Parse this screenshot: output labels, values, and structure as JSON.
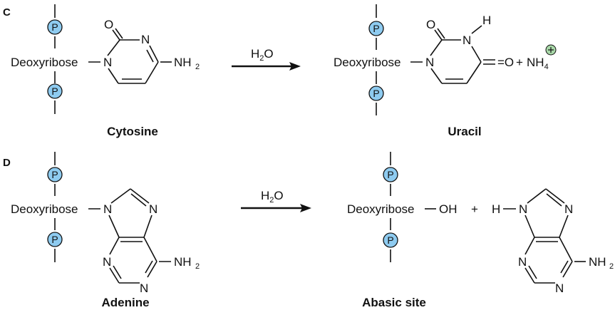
{
  "panels": [
    {
      "label": "C",
      "reactant": {
        "sugar": "Deoxyribose",
        "phosphate": "P",
        "base_atoms": {
          "o": "O",
          "n1": "N",
          "n3": "N",
          "nh2": "NH",
          "nh2_sub": "2"
        },
        "caption": "Cytosine"
      },
      "reagent": {
        "h": "H",
        "sub": "2",
        "o": "O"
      },
      "product": {
        "sugar": "Deoxyribose",
        "phosphate": "P",
        "base_atoms": {
          "o2": "O",
          "n1": "N",
          "n3": "N",
          "h": "H",
          "o4": "=O"
        },
        "caption": "Uracil",
        "byproduct": {
          "plus": "+",
          "nh": "NH",
          "sub": "4",
          "charge": "+"
        }
      }
    },
    {
      "label": "D",
      "reactant": {
        "sugar": "Deoxyribose",
        "phosphate": "P",
        "base_atoms": {
          "n9": "N",
          "n7": "N",
          "n3": "N",
          "n1": "N",
          "nh2": "NH",
          "nh2_sub": "2"
        },
        "caption": "Adenine"
      },
      "reagent": {
        "h": "H",
        "sub": "2",
        "o": "O"
      },
      "product": {
        "sugar": "Deoxyribose",
        "phosphate": "P",
        "oh": "OH",
        "caption": "Abasic site",
        "byproduct": {
          "plus": "+",
          "h": "H",
          "n9": "N",
          "n7": "N",
          "n3": "N",
          "n1": "N",
          "nh2": "NH",
          "nh2_sub": "2"
        }
      }
    }
  ],
  "colors": {
    "phosphate_fill": "#8ECBF0",
    "charge_fill": "#A8D8A8",
    "ink": "#111111"
  }
}
